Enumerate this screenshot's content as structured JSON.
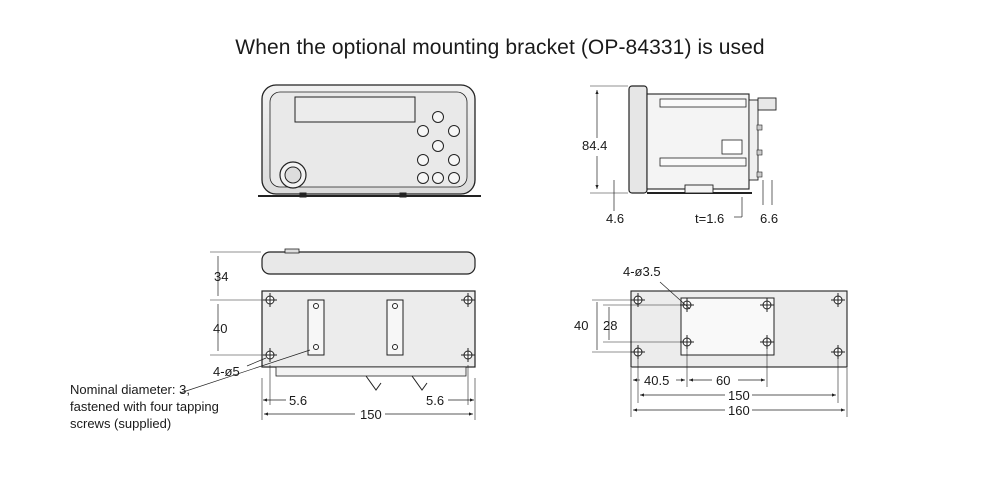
{
  "title": "When the optional mounting bracket (OP-84331) is used",
  "side_view": {
    "height": "84.4",
    "bottom_offset": "4.6",
    "thickness": "t=1.6",
    "right_offset": "6.6"
  },
  "bottom_view": {
    "depth": "34",
    "spacing": "40",
    "hole_spec": "4-ø5",
    "margin_left": "5.6",
    "margin_right": "5.6",
    "width": "150",
    "note_lines": [
      "Nominal diameter: 3,",
      "fastened with four tapping",
      "screws (supplied)"
    ]
  },
  "panel_cutout": {
    "hole_spec": "4-ø3.5",
    "outer_height": "40",
    "inner_height": "28",
    "offset": "40.5",
    "hole_spacing": "60",
    "inner_width": "150",
    "outer_width": "160"
  }
}
